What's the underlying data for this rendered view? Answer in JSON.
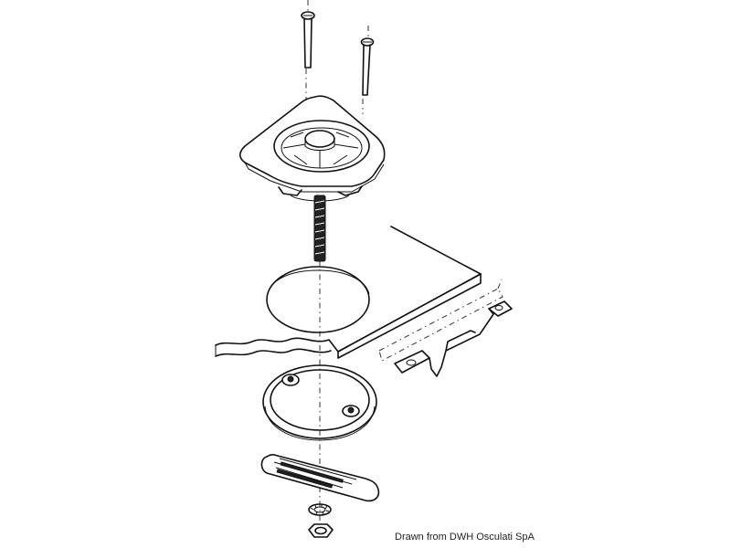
{
  "diagram": {
    "type": "exploded-view-assembly",
    "components": [
      {
        "id": "screw-1",
        "label": "countersunk screw (left)"
      },
      {
        "id": "screw-2",
        "label": "countersunk screw (right)"
      },
      {
        "id": "lock-body",
        "label": "square flush lock head with cam disc"
      },
      {
        "id": "threaded-stud",
        "label": "threaded spindle"
      },
      {
        "id": "panel-hole",
        "label": "circular cut-out in panel"
      },
      {
        "id": "panel",
        "label": "hatch / locker panel"
      },
      {
        "id": "striker-bracket",
        "label": "striker / catch bracket"
      },
      {
        "id": "backing-ring",
        "label": "backing ring with screw lugs"
      },
      {
        "id": "latch-tongue",
        "label": "latch tongue / cam bar"
      },
      {
        "id": "lock-washer",
        "label": "toothed lock washer"
      },
      {
        "id": "hex-nut",
        "label": "hex nut"
      }
    ]
  },
  "caption": "Drawn from DWH Osculati SpA"
}
